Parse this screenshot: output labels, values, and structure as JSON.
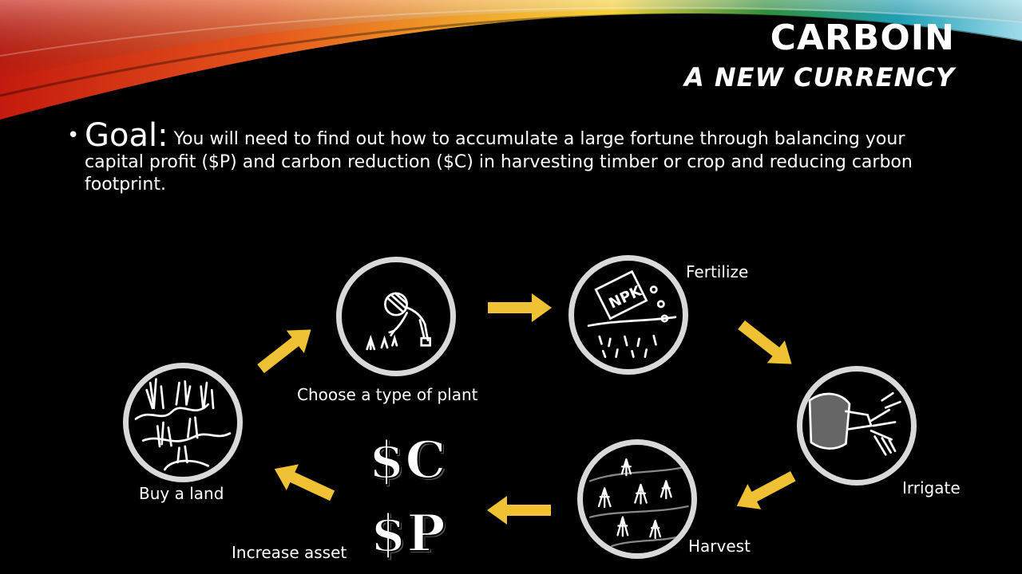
{
  "title": "CARBOIN",
  "subtitle": "A NEW CURRENCY",
  "goal": {
    "label": "Goal:",
    "text": "You will need to find out how to accumulate a large fortune through balancing your capital profit ($P) and carbon reduction ($C) in harvesting timber or crop and reducing carbon footprint."
  },
  "cycle": {
    "steps": [
      {
        "label": "Buy a land",
        "icon": "land-icon"
      },
      {
        "label": "Choose a type of plant",
        "icon": "planting-person-icon"
      },
      {
        "label": "Fertilize",
        "icon": "fertilizer-bag-icon",
        "bag_text": "NPK"
      },
      {
        "label": "Irrigate",
        "icon": "watering-can-icon"
      },
      {
        "label": "Harvest",
        "icon": "harvest-sheaves-icon"
      },
      {
        "label": "Increase asset",
        "icon": "asset-icon"
      }
    ],
    "currency_c": "$C",
    "currency_p": "$P",
    "arrow_color": "#f0c233"
  }
}
